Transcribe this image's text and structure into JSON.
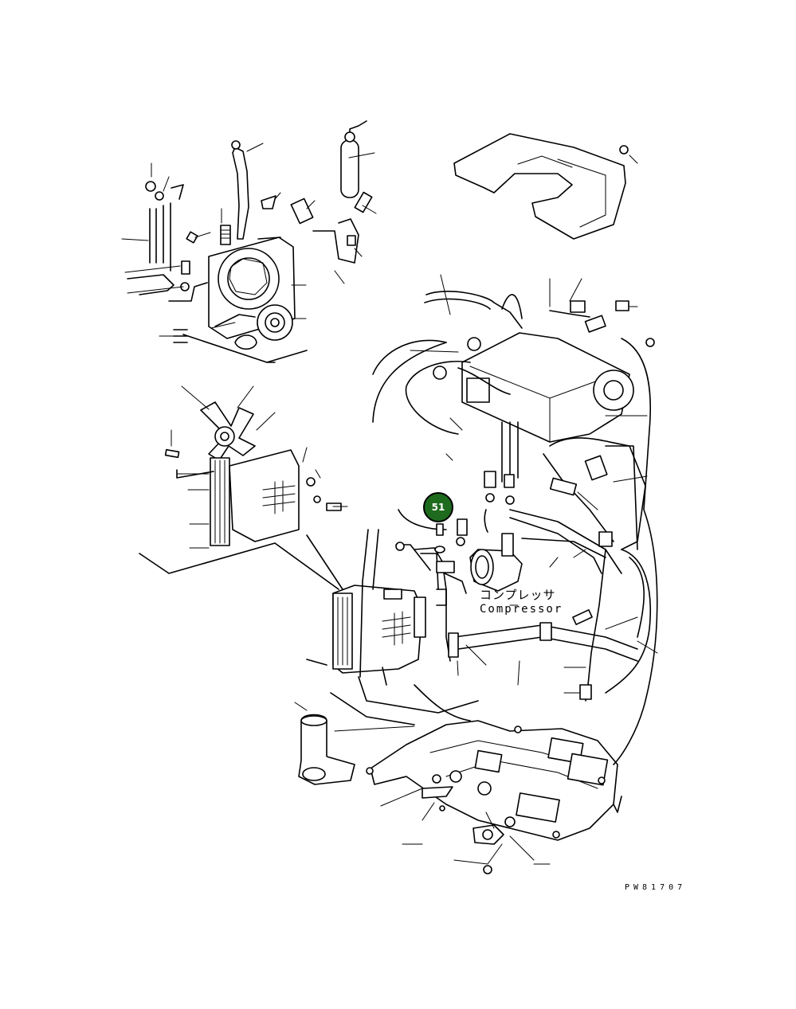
{
  "diagram": {
    "compressor_label_jp": "コンプレッサ",
    "compressor_label_en": "Compressor",
    "drawing_code": "PW81707",
    "callout": {
      "number": "51",
      "fill": "#1e6b1e",
      "ring": "#000000"
    }
  }
}
